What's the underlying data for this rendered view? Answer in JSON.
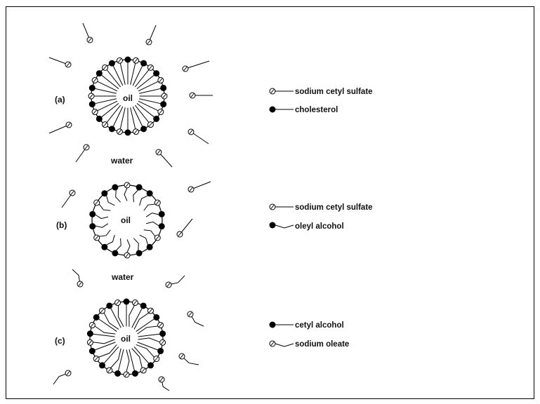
{
  "panels": [
    {
      "id": "a",
      "label": "(a)",
      "core_label": "oil",
      "medium_label": "water",
      "pattern": "alternating-straight",
      "legend": [
        {
          "symbol": "hatched",
          "tail": "straight",
          "text": "sodium cetyl sulfate"
        },
        {
          "symbol": "filled",
          "tail": "straight",
          "text": "cholesterol"
        }
      ]
    },
    {
      "id": "b",
      "label": "(b)",
      "core_label": "oil",
      "medium_label": "",
      "pattern": "mixed-bent",
      "legend": [
        {
          "symbol": "hatched",
          "tail": "straight",
          "text": "sodium cetyl sulfate"
        },
        {
          "symbol": "filled",
          "tail": "bent",
          "text": "oleyl alcohol"
        }
      ]
    },
    {
      "id": "c",
      "label": "(c)",
      "core_label": "oil",
      "medium_label": "water",
      "pattern": "filled-straight-hatched-bent",
      "legend": [
        {
          "symbol": "filled",
          "tail": "straight",
          "text": "cetyl alcohol"
        },
        {
          "symbol": "hatched",
          "tail": "bent",
          "text": "sodium oleate"
        }
      ]
    }
  ]
}
